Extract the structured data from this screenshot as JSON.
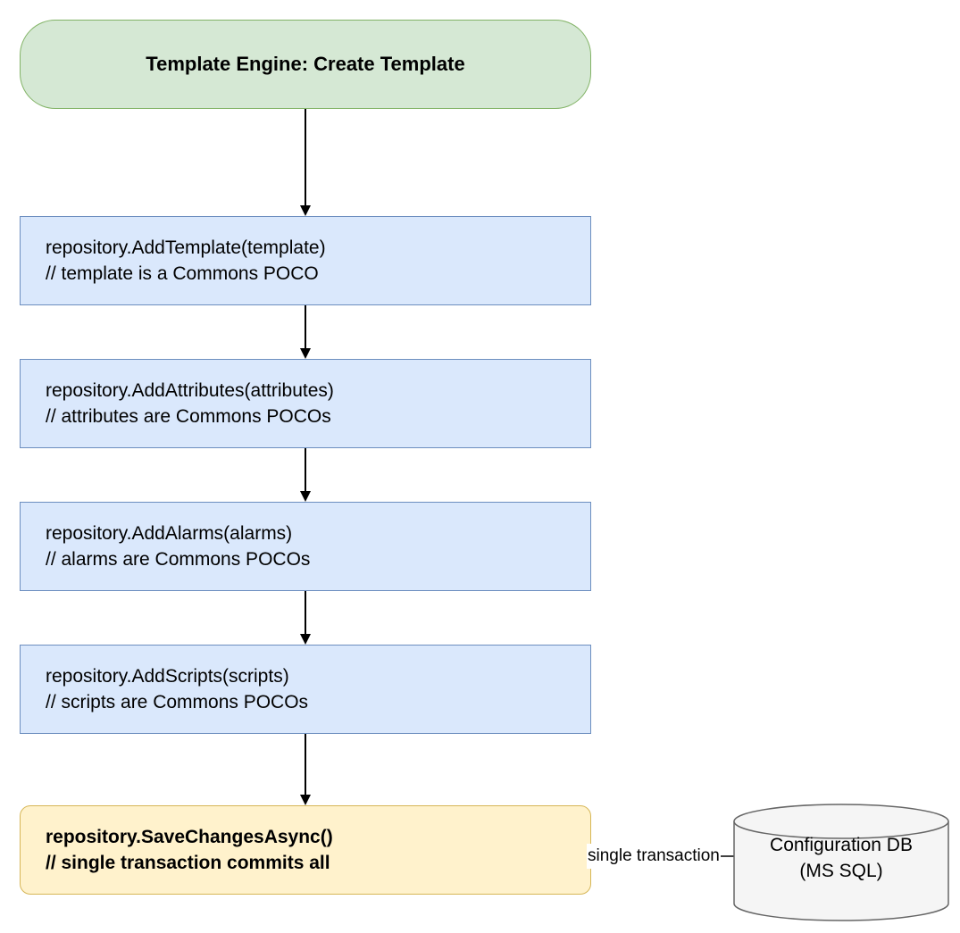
{
  "diagram": {
    "start": {
      "label": "Template Engine: Create Template"
    },
    "steps": [
      {
        "line1": "repository.AddTemplate(template)",
        "line2": "// template is a Commons POCO"
      },
      {
        "line1": "repository.AddAttributes(attributes)",
        "line2": "// attributes are Commons POCOs"
      },
      {
        "line1": "repository.AddAlarms(alarms)",
        "line2": "// alarms are Commons POCOs"
      },
      {
        "line1": "repository.AddScripts(scripts)",
        "line2": "// scripts are Commons POCOs"
      }
    ],
    "final": {
      "line1": "repository.SaveChangesAsync()",
      "line2": "// single transaction commits all"
    },
    "edge_label": "single transaction",
    "database": {
      "line1": "Configuration DB",
      "line2": "(MS SQL)"
    },
    "colors": {
      "start_fill": "#d5e8d4",
      "start_stroke": "#82b366",
      "step_fill": "#dae8fc",
      "step_stroke": "#6c8ebf",
      "final_fill": "#fff2cc",
      "final_stroke": "#d6b656",
      "db_fill": "#f5f5f5",
      "db_stroke": "#666666"
    }
  }
}
